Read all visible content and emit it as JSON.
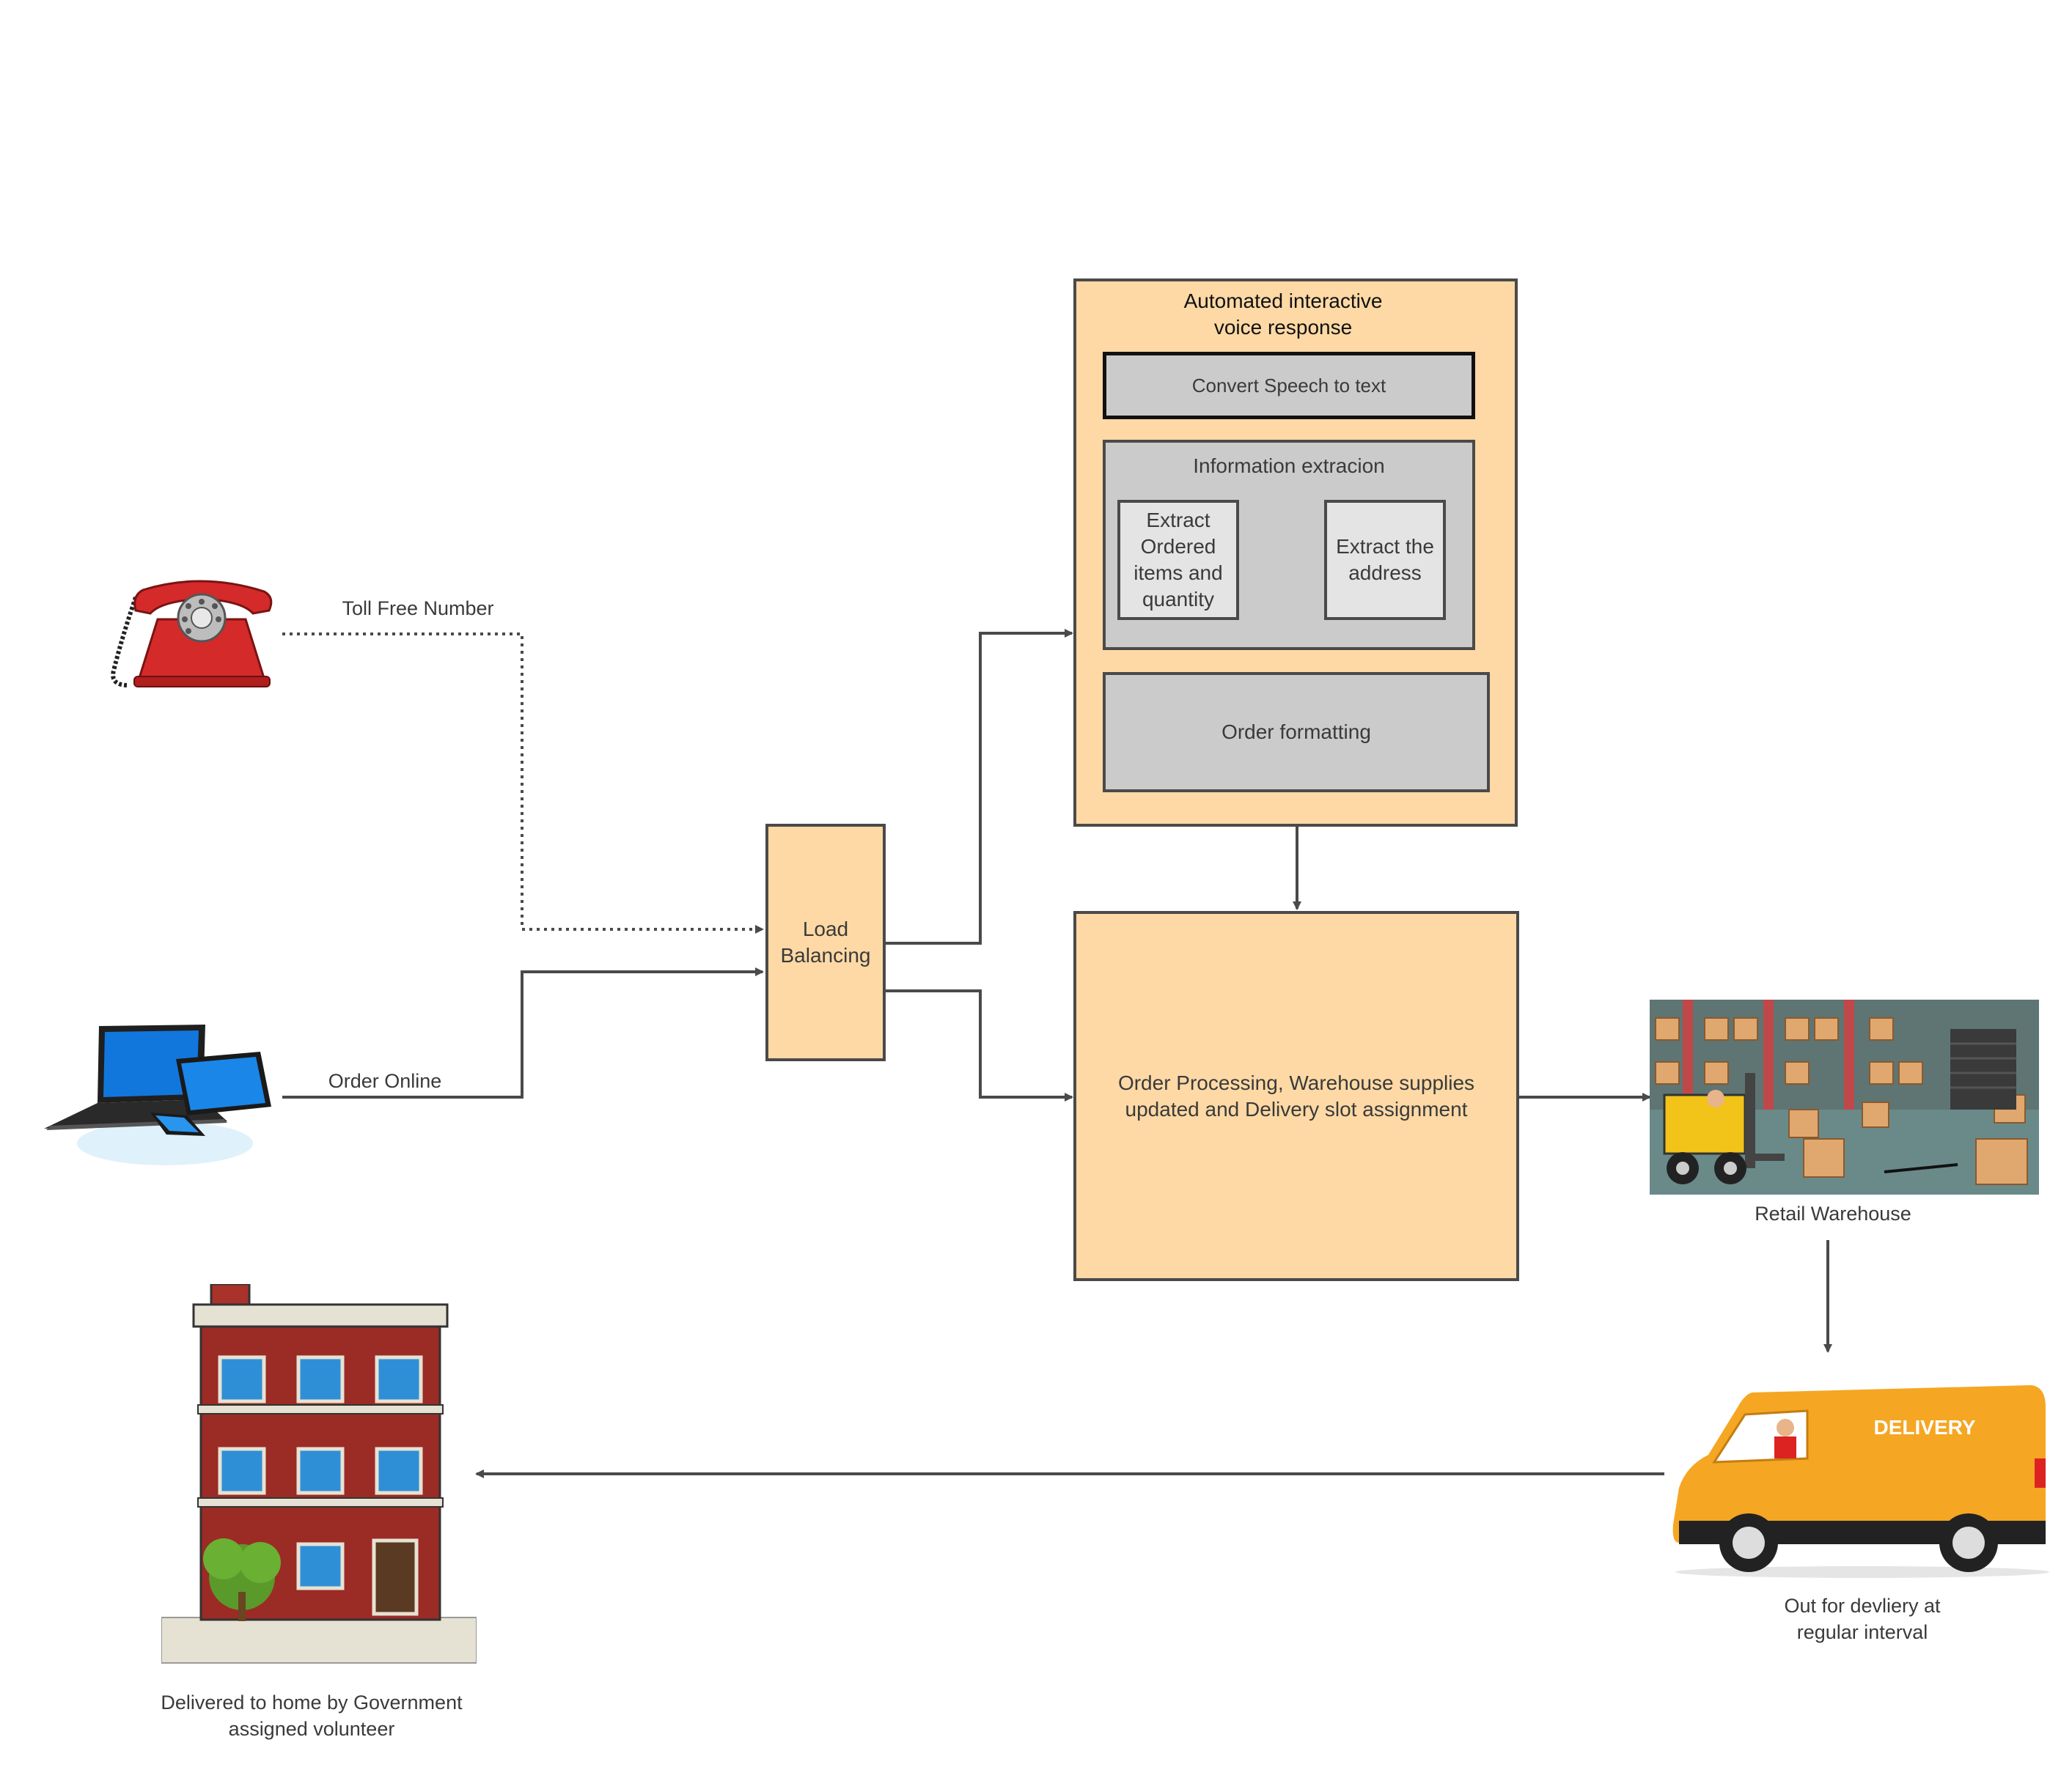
{
  "labels": {
    "toll_free": "Toll Free Number",
    "order_online": "Order Online",
    "load_balancing": "Load Balancing",
    "ivr_title": "Automated interactive voice response",
    "speech_to_text": "Convert Speech to text",
    "info_extraction": "Information extracion",
    "extract_items": "Extract Ordered items and quantity",
    "extract_address": "Extract the address",
    "order_formatting": "Order formatting",
    "order_processing": "Order Processing, Warehouse supplies updated and Delivery slot assignment",
    "retail_warehouse": "Retail Warehouse",
    "out_for_delivery": "Out for devliery at regular interval",
    "delivered_home": "Delivered to home by Government assigned volunteer",
    "van_text": "DELIVERY"
  },
  "icons": {
    "phone": "rotary-telephone-icon",
    "devices": "laptop-tablet-phone-icon",
    "warehouse": "warehouse-illustration",
    "van": "delivery-van-illustration",
    "building": "apartment-building-illustration"
  },
  "colors": {
    "process_fill": "#fed9a5",
    "subprocess_fill": "#cbcbcb",
    "inner_fill": "#e4e4e4",
    "border": "#4a4a4a",
    "phone_red": "#d42a2a",
    "van_orange": "#f5a623",
    "brick": "#9b2b25"
  }
}
